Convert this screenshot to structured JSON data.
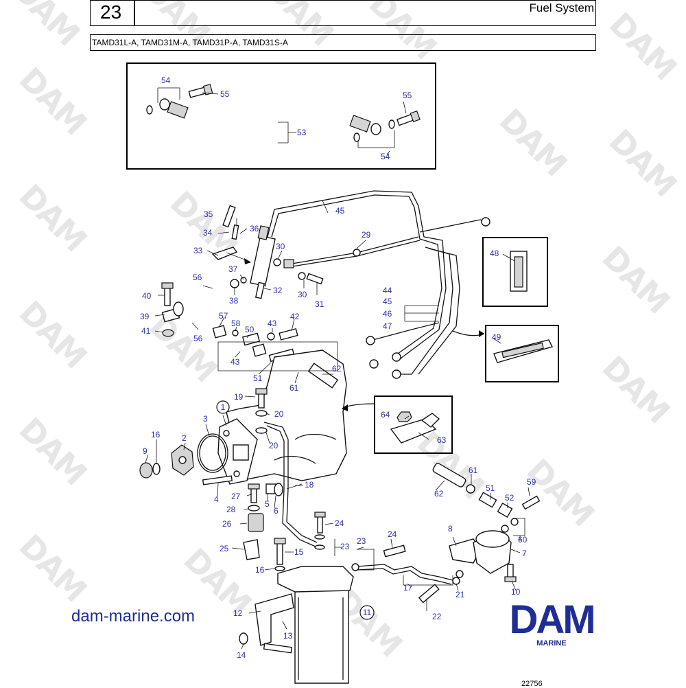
{
  "header": {
    "page_number": "23",
    "section_title": "Fuel System",
    "models": "TAMD31L-A, TAMD31M-A, TAMD31P-A, TAMD31S-A"
  },
  "watermark_text": "DAM",
  "logo": {
    "text": "DAM",
    "subtitle": "MARINE",
    "color": "#1e2e96"
  },
  "website": "dam-marine.com",
  "figure_number": "22756",
  "callouts": {
    "c1": "1",
    "c2": "2",
    "c3": "3",
    "c4": "4",
    "c5": "5",
    "c6": "6",
    "c7": "7",
    "c8": "8",
    "c9": "9",
    "c10": "10",
    "c11": "11",
    "c12": "12",
    "c13": "13",
    "c14": "14",
    "c15": "15",
    "c16": "16",
    "c17": "17",
    "c18": "18",
    "c19": "19",
    "c20": "20",
    "c21": "21",
    "c22": "22",
    "c23": "23",
    "c24": "24",
    "c25": "25",
    "c26": "26",
    "c27": "27",
    "c28": "28",
    "c29": "29",
    "c30": "30",
    "c31": "31",
    "c32": "32",
    "c33": "33",
    "c34": "34",
    "c35": "35",
    "c36": "36",
    "c37": "37",
    "c38": "38",
    "c39": "39",
    "c40": "40",
    "c41": "41",
    "c42": "42",
    "c43": "43",
    "c44": "44",
    "c45": "45",
    "c46": "46",
    "c47": "47",
    "c48": "48",
    "c49": "49",
    "c50": "50",
    "c51": "51",
    "c52": "52",
    "c53": "53",
    "c54": "54",
    "c55": "55",
    "c56": "56",
    "c57": "57",
    "c58": "58",
    "c59": "59",
    "c60": "60",
    "c61": "61",
    "c62": "62",
    "c63": "63",
    "c64": "64"
  },
  "colors": {
    "callout": "#2b2fa8",
    "watermark": "#e6e6e6",
    "brand": "#1e2e96"
  }
}
